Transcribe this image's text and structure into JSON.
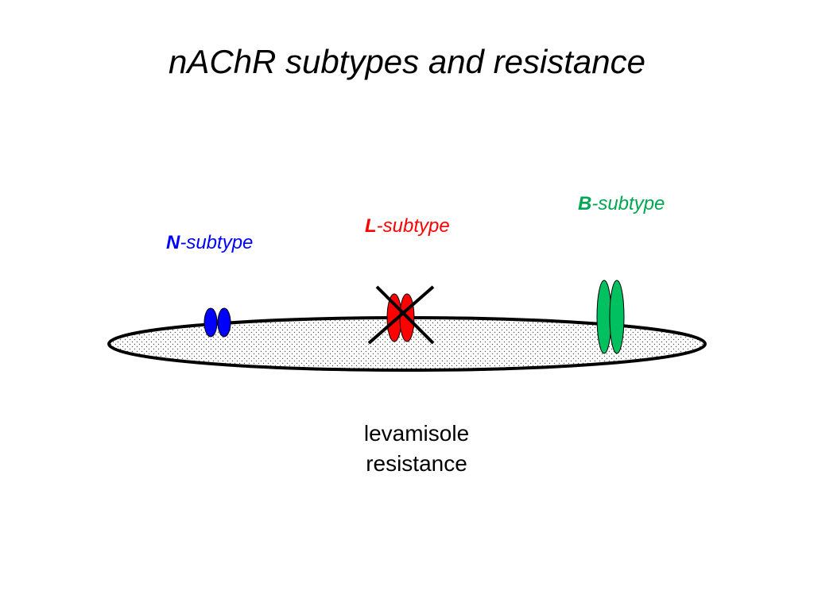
{
  "title": "nAChR subtypes and resistance",
  "subtypes": [
    {
      "key": "N",
      "letter": "N",
      "suffix": "-subtype",
      "color": "#0000ff",
      "blocked": false
    },
    {
      "key": "L",
      "letter": "L",
      "suffix": "-subtype",
      "color": "#ff0000",
      "blocked": true
    },
    {
      "key": "B",
      "letter": "B",
      "suffix": "-subtype",
      "color": "#00a651",
      "blocked": false
    }
  ],
  "caption": {
    "line1": "levamisole",
    "line2": "resistance"
  },
  "colors": {
    "membrane_outline": "#000000",
    "membrane_fill": "#ffffff",
    "membrane_stipple": "#555555",
    "receptor_outline": "#000000",
    "cross": "#000000",
    "text": "#000000"
  }
}
